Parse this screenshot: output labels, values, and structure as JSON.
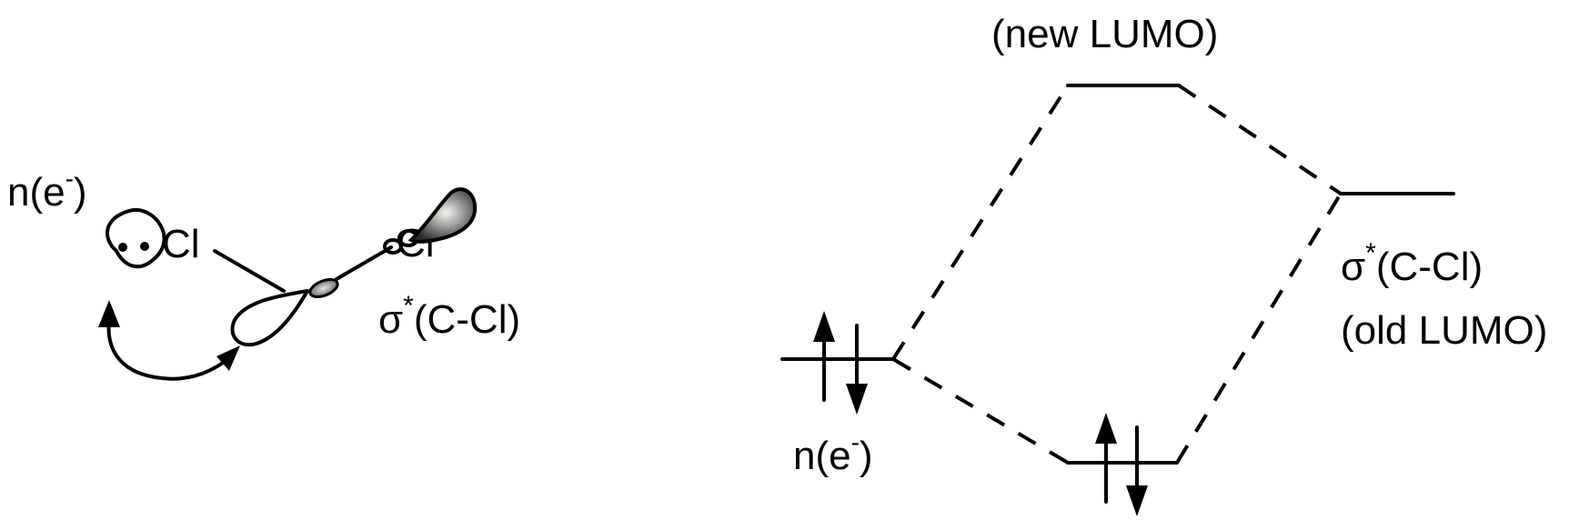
{
  "left_panel": {
    "lone_pair_label_base": "n(e",
    "lone_pair_label_sup": "-",
    "lone_pair_label_close": ")",
    "chlorine_left": "Cl",
    "chlorine_right": "Cl",
    "sigma_label_base": "σ",
    "sigma_label_sup": "*",
    "sigma_label_rest": "(C-Cl)"
  },
  "right_panel": {
    "new_lumo_label": "(new LUMO)",
    "sigma_label_base": "σ",
    "sigma_label_sup": "*",
    "sigma_label_rest": "(C-Cl)",
    "old_lumo_label": "(old LUMO)",
    "lone_pair_label_base": "n(e",
    "lone_pair_label_sup": "-",
    "lone_pair_label_close": ")"
  }
}
